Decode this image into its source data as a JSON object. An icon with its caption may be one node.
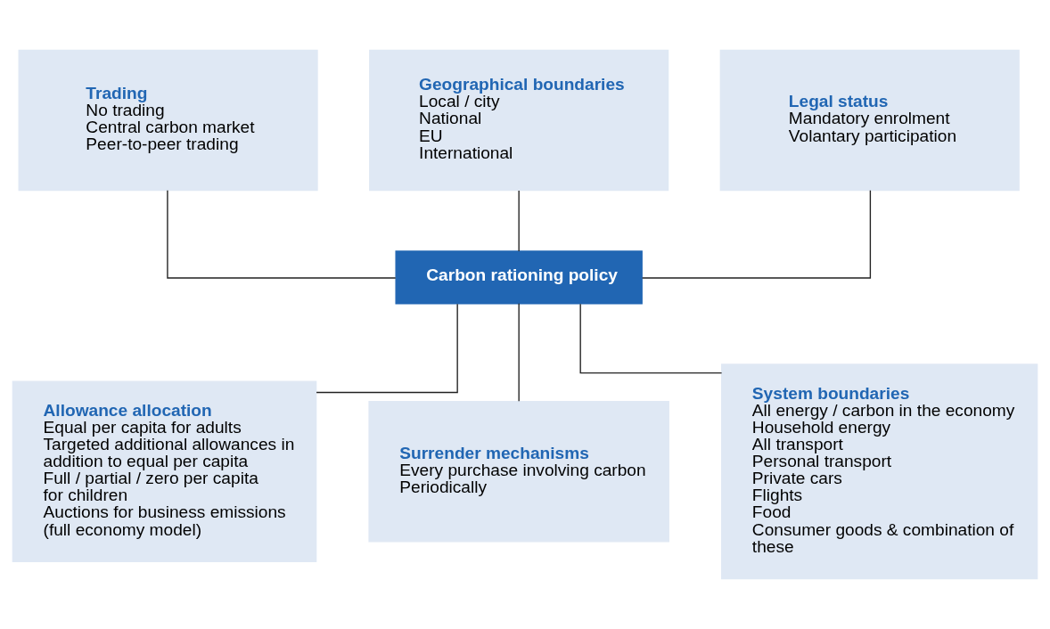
{
  "diagram": {
    "nodes": [
      {
        "text": [
          "Trading",
          "No trading",
          "Central carbon market",
          "Peer-to-peer trading"
        ]
      },
      {
        "text": [
          "Geographical boundaries",
          "Local / city",
          "National",
          "EU",
          "International"
        ]
      },
      {
        "text": [
          "Legal status",
          "Mandatory enrolment",
          "Volantary participation"
        ]
      },
      {
        "text": [
          "Carbon rationing policy"
        ]
      },
      {
        "text": [
          "Allowance allocation",
          "Equal per capita for adults",
          "Targeted additional allowances in addition to equal per capita",
          "Full / partial / zero per capita for children",
          "Auctions for business emissions (full economy model)"
        ]
      },
      {
        "text": [
          "Surrender mechanisms",
          "Every purchase involving carbon",
          "Periodically"
        ]
      },
      {
        "text": [
          "System boundaries",
          "All energy / carbon in the economy",
          "Household energy",
          "All transport",
          "Personal transport",
          "Private cars",
          "Flights",
          "Food",
          "Consumer goods & combination of these"
        ]
      }
    ],
    "edges": [
      {
        "from": 0,
        "to": 3,
        "arrow": "none"
      },
      {
        "from": 1,
        "to": 3,
        "arrow": "none"
      },
      {
        "from": 2,
        "to": 3,
        "arrow": "none"
      },
      {
        "from": 3,
        "to": 4,
        "arrow": "none"
      },
      {
        "from": 3,
        "to": 5,
        "arrow": "none"
      },
      {
        "from": 3,
        "to": 6,
        "arrow": "none"
      }
    ]
  }
}
